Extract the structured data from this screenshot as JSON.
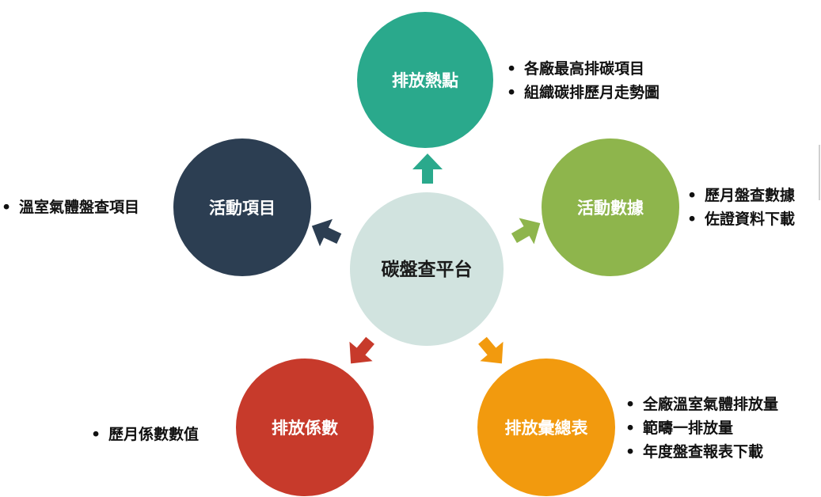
{
  "center": {
    "label": "碳盤查平台",
    "color": "#d1e3df"
  },
  "nodes": {
    "hotspot": {
      "label": "排放熱點",
      "color": "#2aa98c",
      "arrow_color": "#2aa98c",
      "bullets": [
        "各廠最高排碳項目",
        "組織碳排歷月走勢圖"
      ]
    },
    "data": {
      "label": "活動數據",
      "color": "#8eb54c",
      "arrow_color": "#8eb54c",
      "bullets": [
        "歷月盤查數據",
        "佐證資料下載"
      ]
    },
    "summary": {
      "label": "排放彙總表",
      "color": "#f29a0e",
      "arrow_color": "#f29a0e",
      "bullets": [
        "全廠溫室氣體排放量",
        "範疇一排放量",
        "年度盤查報表下載"
      ]
    },
    "factor": {
      "label": "排放係數",
      "color": "#c73a2b",
      "arrow_color": "#c73a2b",
      "bullets": [
        "歷月係數數值"
      ]
    },
    "activity": {
      "label": "活動項目",
      "color": "#2c3e52",
      "arrow_color": "#2c3e52",
      "bullets": [
        "溫室氣體盤查項目"
      ]
    }
  },
  "bullet_symbol": "•"
}
